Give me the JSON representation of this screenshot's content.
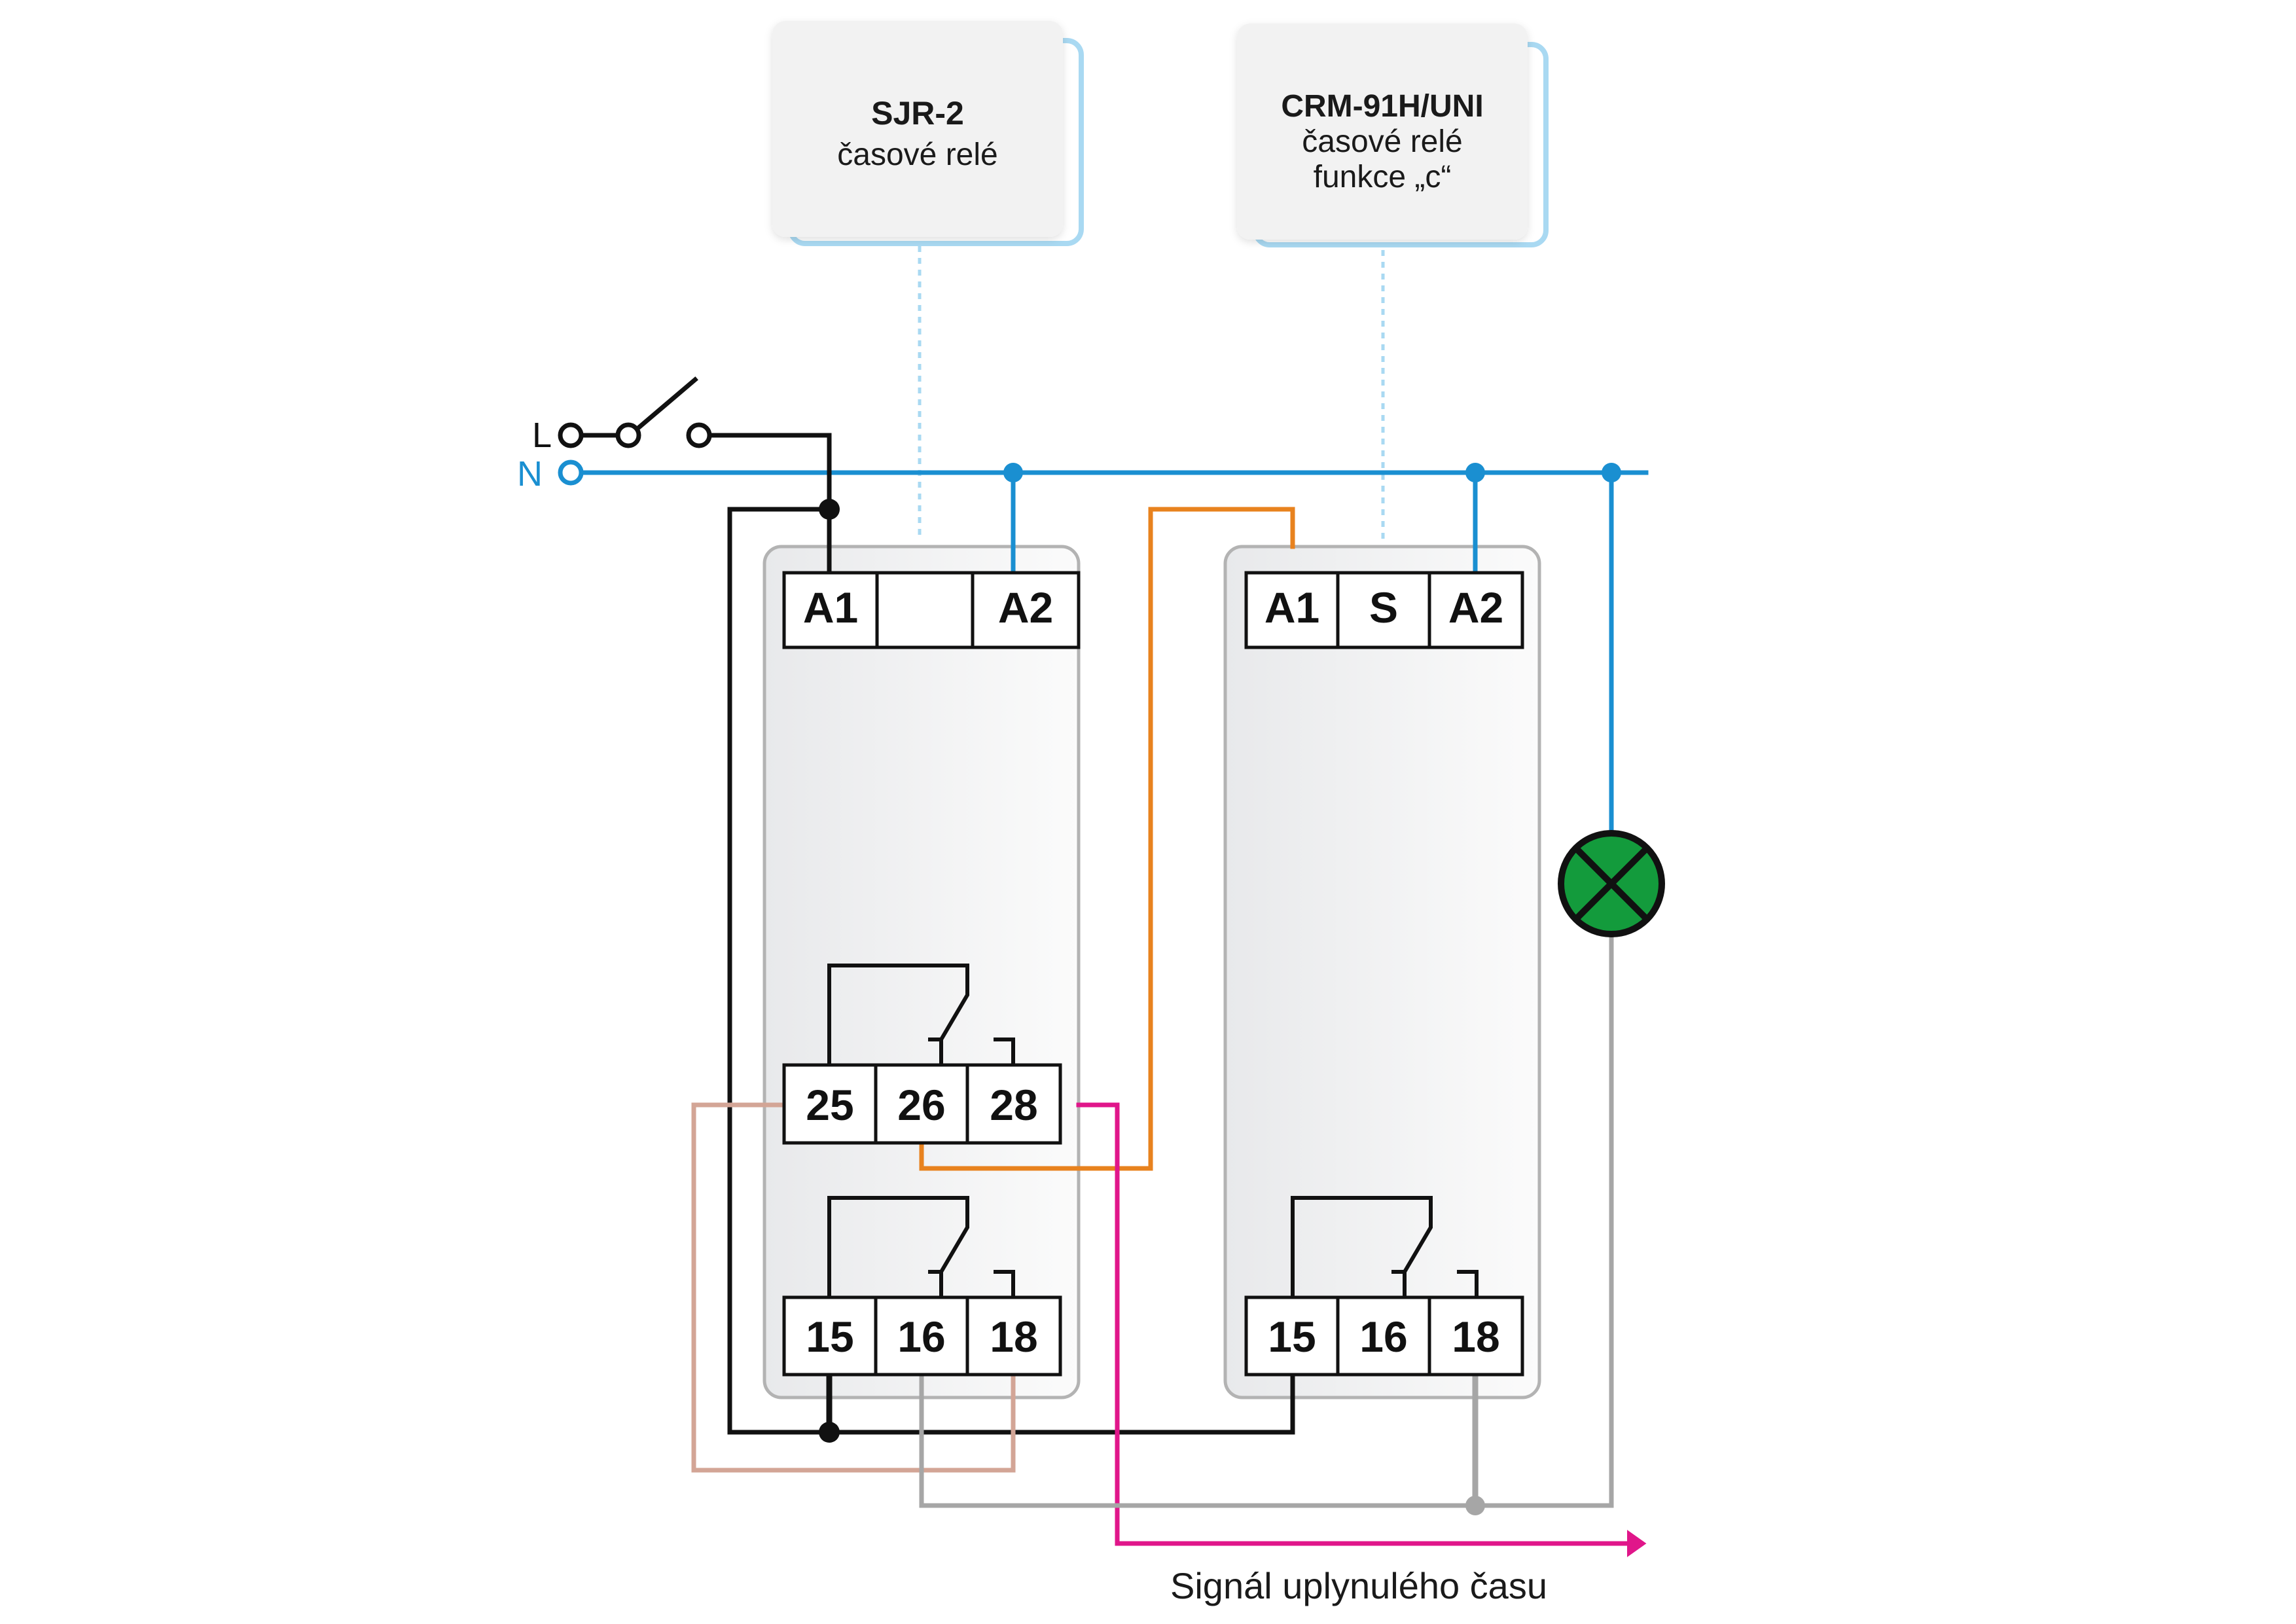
{
  "devices": {
    "sjr2": {
      "name": "SJR-2",
      "description": "časové relé",
      "coil_terminals": [
        "A1",
        "",
        "A2"
      ],
      "contact_group_1": [
        "25",
        "26",
        "28"
      ],
      "contact_group_2": [
        "15",
        "16",
        "18"
      ]
    },
    "crm91h": {
      "name": "CRM-91H/UNI",
      "description": "časové relé",
      "function": "funkce „c“",
      "coil_terminals": [
        "A1",
        "S",
        "A2"
      ],
      "contact_group": [
        "15",
        "16",
        "18"
      ]
    }
  },
  "bus": {
    "line": "L",
    "neutral": "N"
  },
  "output_signal_label": "Signál uplynulého času",
  "icons": {
    "lamp": "lamp-icon",
    "switch": "switch-icon"
  },
  "colors": {
    "neutral": "#1a8fd1",
    "line": "#111111",
    "control": "#e8821e",
    "signal": "#e0168a",
    "bridge": "#d3a596",
    "return": "#a6a6a6",
    "lamp": "#139b3c",
    "callout": "#a9d9f2"
  }
}
